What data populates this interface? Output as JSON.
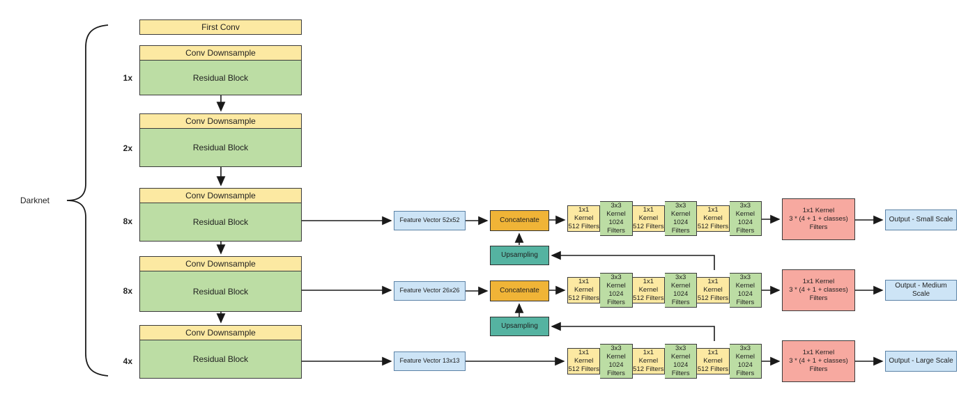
{
  "diagram": {
    "title_label": "Darknet",
    "first_conv_label": "First Conv",
    "backbone_blocks": [
      {
        "multiplier": "1x",
        "header": "Conv Downsample",
        "body": "Residual Block"
      },
      {
        "multiplier": "2x",
        "header": "Conv Downsample",
        "body": "Residual Block"
      },
      {
        "multiplier": "8x",
        "header": "Conv Downsample",
        "body": "Residual Block"
      },
      {
        "multiplier": "8x",
        "header": "Conv Downsample",
        "body": "Residual Block"
      },
      {
        "multiplier": "4x",
        "header": "Conv Downsample",
        "body": "Residual Block"
      }
    ],
    "feature_vectors": [
      "Feature Vector 52x52",
      "Feature Vector 26x26",
      "Feature Vector 13x13"
    ],
    "concatenate_label": "Concatenate",
    "upsampling_label": "Upsampling",
    "kernel_cells": [
      {
        "line1": "1x1 Kernel",
        "line2": "512 Filters"
      },
      {
        "line1": "3x3 Kernel",
        "line2": "1024 Filters"
      },
      {
        "line1": "1x1 Kernel",
        "line2": "512 Filters"
      },
      {
        "line1": "3x3 Kernel",
        "line2": "1024 Filters"
      },
      {
        "line1": "1x1 Kernel",
        "line2": "512 Filters"
      },
      {
        "line1": "3x3 Kernel",
        "line2": "1024 Filters"
      }
    ],
    "detection_head": {
      "line1": "1x1 Kernel",
      "line2": "3 * (4 + 1 + classes) Filters"
    },
    "outputs": [
      "Output - Small Scale",
      "Output - Medium Scale",
      "Output - Large Scale"
    ],
    "colors": {
      "conv_yellow": "#fce9a2",
      "residual_green": "#bcdda4",
      "io_blue": "#cde4f6",
      "concatenate_orange": "#f0b437",
      "upsampling_teal": "#55b3a1",
      "head_red": "#f7a9a0",
      "line": "#1a1a1a"
    }
  }
}
